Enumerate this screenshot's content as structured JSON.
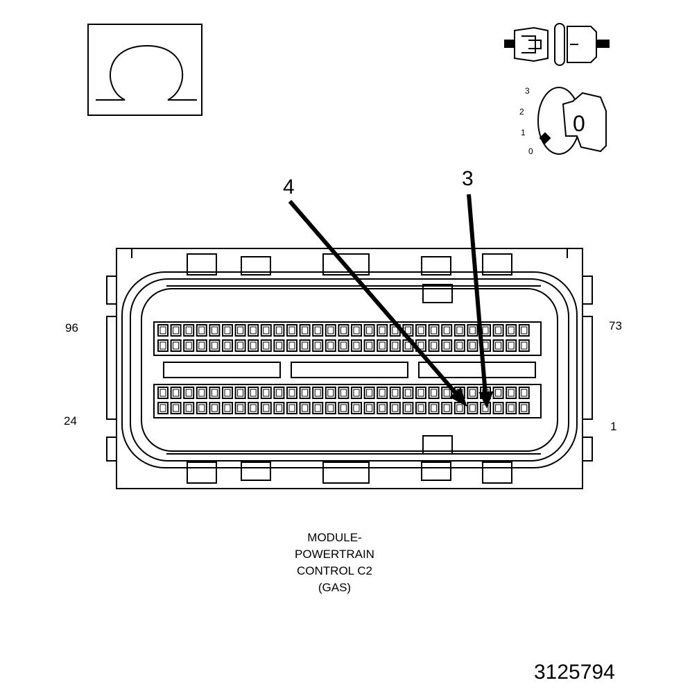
{
  "symbols": {
    "ohmmeter": "ohm-symbol",
    "probe": "connector-probe-icon",
    "ignition_key": "ignition-key-icon"
  },
  "ignition": {
    "positions": [
      "3",
      "2",
      "1",
      "0"
    ],
    "key_label": "0"
  },
  "callouts": {
    "left": "4",
    "right": "3"
  },
  "pins": {
    "top_left": "96",
    "top_right": "73",
    "bottom_left": "24",
    "bottom_right": "1"
  },
  "caption": {
    "line1": "MODULE-",
    "line2": "POWERTRAIN",
    "line3": "CONTROL C2",
    "line4": "(GAS)"
  },
  "figure_id": "3125794"
}
